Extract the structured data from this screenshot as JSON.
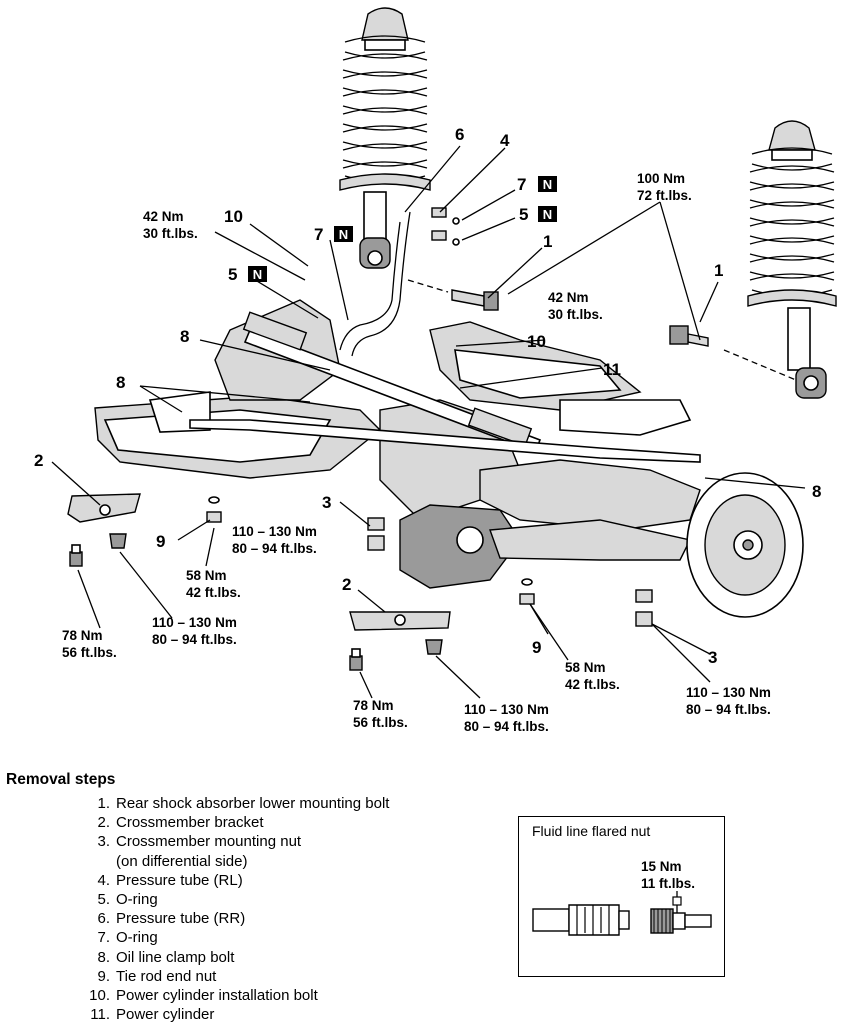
{
  "diagram": {
    "callout_numbers": {
      "n6": "6",
      "n4": "4",
      "n7a": "7",
      "n5a": "5",
      "n10a": "10",
      "n7b": "7",
      "n1a": "1",
      "n5b": "5",
      "n1b": "1",
      "n8a": "8",
      "n10b": "10",
      "n11": "11",
      "n8b": "8",
      "n8c": "8",
      "n2a": "2",
      "n9a": "9",
      "n3a": "3",
      "n2b": "2",
      "n9b": "9",
      "n3b": "3"
    },
    "new_part_badge": "N",
    "torques": {
      "t42a_nm": "42 Nm",
      "t42a_ft": "30 ft.lbs.",
      "t100_nm": "100 Nm",
      "t100_ft": "72 ft.lbs.",
      "t42b_nm": "42 Nm",
      "t42b_ft": "30 ft.lbs.",
      "t110a_nm": "110 – 130 Nm",
      "t110a_ft": "80 – 94 ft.lbs.",
      "t58a_nm": "58 Nm",
      "t58a_ft": "42 ft.lbs.",
      "t110b_nm": "110 – 130 Nm",
      "t110b_ft": "80 – 94 ft.lbs.",
      "t78a_nm": "78 Nm",
      "t78a_ft": "56 ft.lbs.",
      "t58b_nm": "58 Nm",
      "t58b_ft": "42 ft.lbs.",
      "t110c_nm": "110 – 130 Nm",
      "t110c_ft": "80 – 94 ft.lbs.",
      "t78b_nm": "78 Nm",
      "t78b_ft": "56 ft.lbs.",
      "t110d_nm": "110 – 130 Nm",
      "t110d_ft": "80 – 94 ft.lbs."
    }
  },
  "removal_steps": {
    "heading": "Removal steps",
    "items": [
      {
        "num": "1.",
        "text": "Rear shock absorber lower mounting bolt"
      },
      {
        "num": "2.",
        "text": "Crossmember bracket"
      },
      {
        "num": "3.",
        "text": "Crossmember mounting nut"
      },
      {
        "num": "",
        "text": "(on differential side)"
      },
      {
        "num": "4.",
        "text": "Pressure tube (RL)"
      },
      {
        "num": "5.",
        "text": "O-ring"
      },
      {
        "num": "6.",
        "text": "Pressure tube (RR)"
      },
      {
        "num": "7.",
        "text": "O-ring"
      },
      {
        "num": "8.",
        "text": "Oil line clamp bolt"
      },
      {
        "num": "9.",
        "text": "Tie rod end nut"
      },
      {
        "num": "10.",
        "text": "Power cylinder installation bolt"
      },
      {
        "num": "11.",
        "text": "Power cylinder"
      }
    ]
  },
  "inset": {
    "title": "Fluid line flared nut",
    "torque_nm": "15 Nm",
    "torque_ft": "11 ft.lbs."
  }
}
